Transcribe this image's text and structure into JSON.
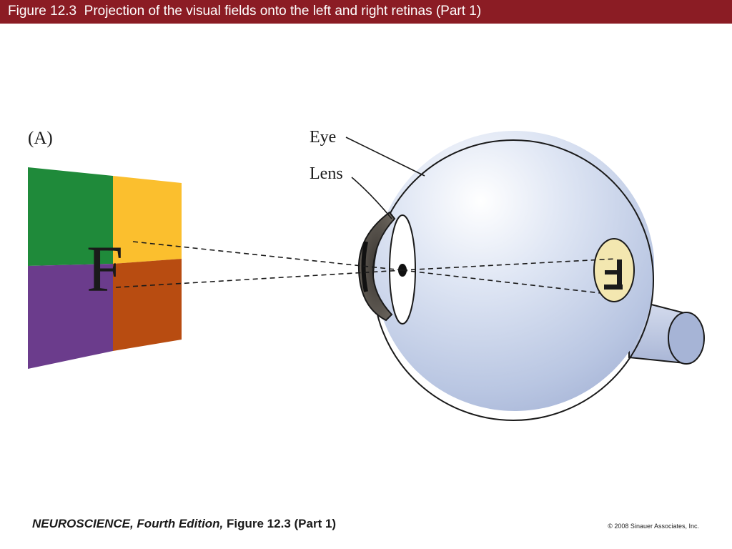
{
  "header": {
    "title": "Figure 12.3  Projection of the visual fields onto the left and right retinas (Part 1)",
    "background_color": "#8b1c24"
  },
  "figure": {
    "panel_label": "(A)",
    "stimulus_letter": "F",
    "labels": {
      "eye": "Eye",
      "lens": "Lens"
    },
    "quadrant_colors": {
      "upper_left": "#1f8a3a",
      "upper_right": "#fbbf2e",
      "lower_left": "#6b3c8c",
      "lower_right": "#b84c11"
    },
    "eyeball_color": "#c9d4ea",
    "retina_spot_color": "#f3e7b0"
  },
  "footer": {
    "book_title": "NEUROSCIENCE,",
    "edition": "Fourth Edition,",
    "figure_ref": "Figure 12.3 (Part 1)",
    "copyright": "© 2008 Sinauer Associates, Inc."
  }
}
